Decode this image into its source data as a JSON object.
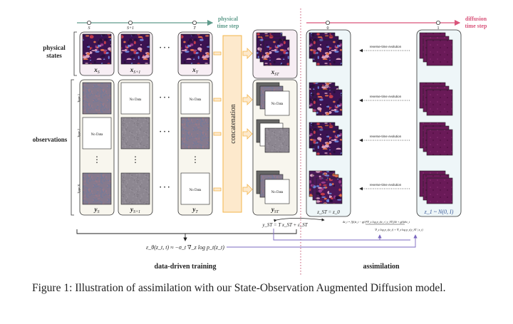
{
  "figure": {
    "physical_axis": {
      "label_line1": "physical",
      "label_line2": "time step",
      "ticks": [
        "S",
        "S+1",
        "T"
      ],
      "color": "#5f9c8c"
    },
    "diffusion_axis": {
      "label_line1": "diffusion",
      "label_line2": "time step",
      "ticks": [
        "0",
        "1"
      ],
      "color": "#d9557b"
    },
    "row_labels": {
      "physical": [
        "physical",
        "states"
      ],
      "observations": "observations"
    },
    "obs_types": [
      "Type 1",
      "Type 2",
      "Type K"
    ],
    "no_data": "No Data",
    "state_labels": [
      {
        "v": "x",
        "s": "S"
      },
      {
        "v": "x",
        "s": "S+1"
      },
      {
        "v": "x",
        "s": "T"
      }
    ],
    "obs_labels": [
      {
        "v": "y",
        "s": "S"
      },
      {
        "v": "y",
        "s": "S+1"
      },
      {
        "v": "y",
        "s": "T"
      }
    ],
    "concat_label": "concatenation",
    "stacked_state_label": {
      "v": "x",
      "s": "ST"
    },
    "stacked_obs_label": {
      "v": "y",
      "s": "ST"
    },
    "reverse_label": "reverse-time evolution",
    "z0_label": "z_ST = z_0",
    "z1_label": "z_1 ~ N(0, I)",
    "obs_equation": "y_ST = T x_ST + ε_ST",
    "sde_line1": "dz_t = [f(t)z_t − g(t)²∇_z log p_t(z_t | y_ST)]dt + g(t)dw_t",
    "sde_line2": "∇_z log p_t(z_t) + ∇_z log p_t(y_ST | z_t)",
    "score_equation": "ε_θ(z_t, t) ≈ −σ_t ∇_z log p_t(z_t)",
    "section_training": "data-driven training",
    "section_assimilation": "assimilation",
    "colors": {
      "concat_fill": "#fde9cc",
      "concat_stroke": "#f3b54a",
      "divider": "#c4506e",
      "purple_line": "#7b68c0",
      "card_physical": "#f7eef4",
      "card_obs": "#f8f6ee",
      "card_assim": "#eef6f8"
    }
  },
  "caption": {
    "text": "Figure 1: Illustration of assimilation with our State-Observation Augmented Diffusion model."
  }
}
